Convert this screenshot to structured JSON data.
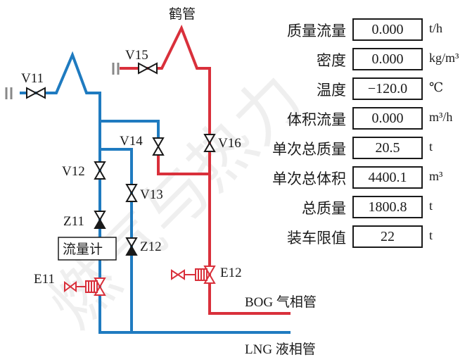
{
  "diagram": {
    "labels": {
      "crane_pipe": "鹤管",
      "v11": "V11",
      "v12": "V12",
      "v13": "V13",
      "v14": "V14",
      "v15": "V15",
      "v16": "V16",
      "z11": "Z11",
      "z12": "Z12",
      "e11": "E11",
      "e12": "E12",
      "flowmeter": "流量计",
      "bog_pipe": "BOG 气相管",
      "lng_pipe": "LNG 液相管"
    },
    "watermark": "燃气与热力",
    "colors": {
      "liquid_line": "#1f7bc0",
      "gas_line": "#d9303b",
      "valve": "#1a1a1a",
      "stroke": "#888888"
    }
  },
  "panel": {
    "rows": [
      {
        "name": "质量流量",
        "value": "0.000",
        "unit": "t/h"
      },
      {
        "name": "密度",
        "value": "0.000",
        "unit": "kg/m³"
      },
      {
        "name": "温度",
        "value": "−120.0",
        "unit": "℃"
      },
      {
        "name": "体积流量",
        "value": "0.000",
        "unit": "m³/h"
      },
      {
        "name": "单次总质量",
        "value": "20.5",
        "unit": "t"
      },
      {
        "name": "单次总体积",
        "value": "4400.1",
        "unit": "m³"
      },
      {
        "name": "总质量",
        "value": "1800.8",
        "unit": "t"
      },
      {
        "name": "装车限值",
        "value": "22",
        "unit": "t"
      }
    ]
  }
}
